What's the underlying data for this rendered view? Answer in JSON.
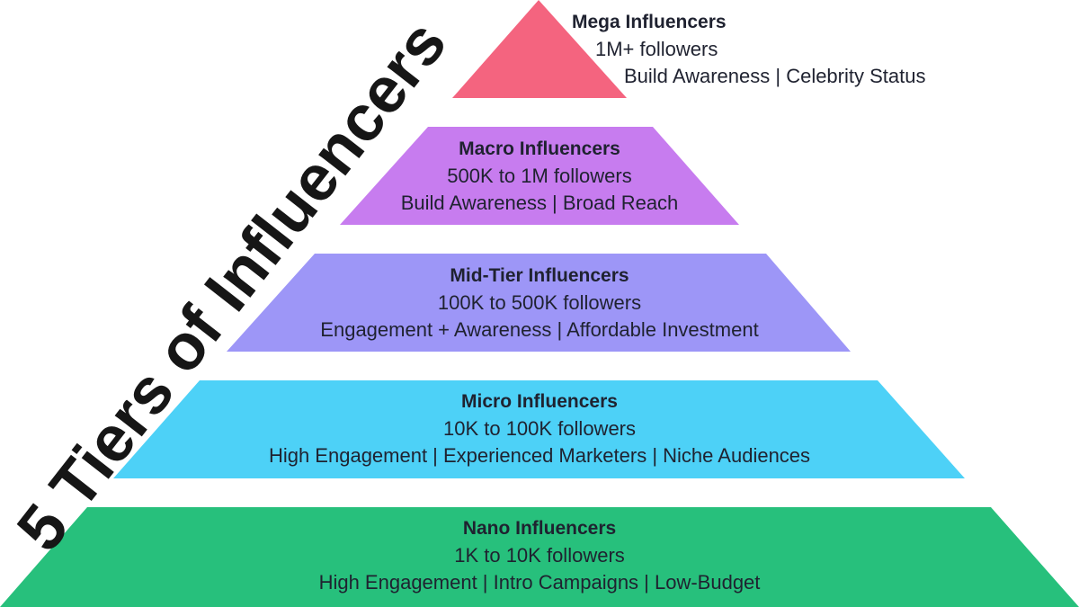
{
  "title": "5 Tiers of Influencers",
  "tiers": [
    {
      "name": "Mega Influencers",
      "followers": "1M+ followers",
      "traits": "Build Awareness | Celebrity Status",
      "color": "#f4647f"
    },
    {
      "name": "Macro Influencers",
      "followers": "500K to 1M followers",
      "traits": "Build Awareness | Broad Reach",
      "color": "#c77cef"
    },
    {
      "name": "Mid-Tier Influencers",
      "followers": "100K to 500K followers",
      "traits": "Engagement + Awareness | Affordable Investment",
      "color": "#9d96f7"
    },
    {
      "name": "Micro Influencers",
      "followers": "10K to 100K followers",
      "traits": "High Engagement | Experienced Marketers | Niche Audiences",
      "color": "#4dd1f7"
    },
    {
      "name": "Nano Influencers",
      "followers": "1K to 10K followers",
      "traits": "High Engagement | Intro Campaigns | Low-Budget",
      "color": "#27c07c"
    }
  ]
}
